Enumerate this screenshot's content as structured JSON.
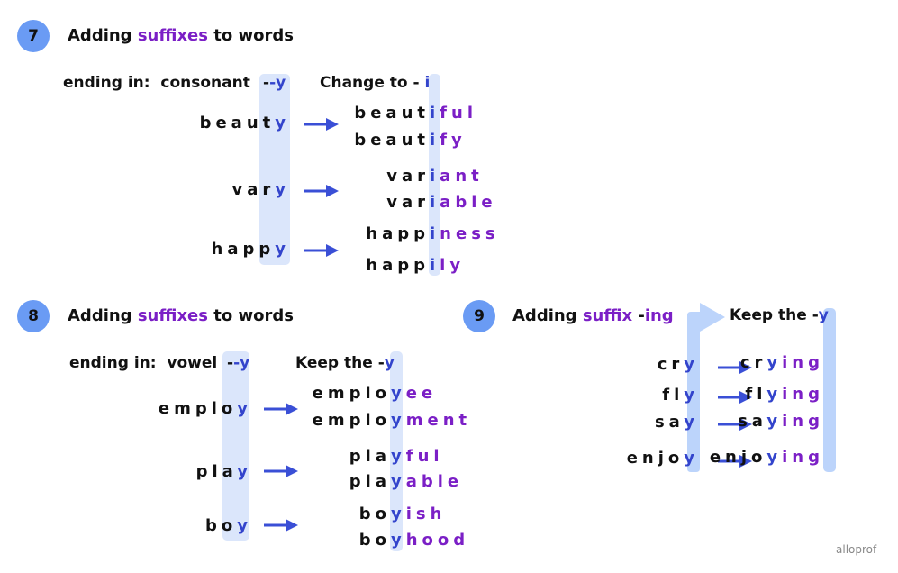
{
  "section7": {
    "number": "7",
    "title_pre": "Adding ",
    "title_em": "suffixes",
    "title_post": " to words",
    "condition_label": "ending in:",
    "condition_value": "consonant",
    "condition_suffix": "-y",
    "rule_label": "Change to - ",
    "rule_letter": "i",
    "rows": [
      {
        "base": "beaut",
        "end": "y",
        "results": [
          {
            "stem": "beaut",
            "key": "i",
            "suffix": "ful"
          },
          {
            "stem": "beaut",
            "key": "i",
            "suffix": "fy"
          }
        ]
      },
      {
        "base": "var",
        "end": "y",
        "results": [
          {
            "stem": "var",
            "key": "i",
            "suffix": "ant"
          },
          {
            "stem": "var",
            "key": "i",
            "suffix": "able"
          }
        ]
      },
      {
        "base": "happ",
        "end": "y",
        "results": [
          {
            "stem": "happ",
            "key": "i",
            "suffix": "ness"
          },
          {
            "stem": "happ",
            "key": "i",
            "suffix": "ly"
          }
        ]
      }
    ]
  },
  "section8": {
    "number": "8",
    "title_pre": "Adding ",
    "title_em": "suffixes",
    "title_post": " to words",
    "condition_label": "ending in:",
    "condition_value": "vowel",
    "condition_suffix": "-y",
    "rule_label": "Keep the -",
    "rule_letter": "y",
    "rows": [
      {
        "base": "emplo",
        "end": "y",
        "results": [
          {
            "stem": "emplo",
            "key": "y",
            "suffix": "ee"
          },
          {
            "stem": "emplo",
            "key": "y",
            "suffix": "ment"
          }
        ]
      },
      {
        "base": "pla",
        "end": "y",
        "results": [
          {
            "stem": "pla",
            "key": "y",
            "suffix": "ful"
          },
          {
            "stem": "pla",
            "key": "y",
            "suffix": "able"
          }
        ]
      },
      {
        "base": "bo",
        "end": "y",
        "results": [
          {
            "stem": "bo",
            "key": "y",
            "suffix": "ish"
          },
          {
            "stem": "bo",
            "key": "y",
            "suffix": "hood"
          }
        ]
      }
    ]
  },
  "section9": {
    "number": "9",
    "title_pre": "Adding ",
    "title_em": "suffix",
    "title_suffix_dash": " -",
    "title_suffix": "ing",
    "rule_label": "Keep the -",
    "rule_letter": "y",
    "rows": [
      {
        "base": "cr",
        "end": "y",
        "stem": "cr",
        "key": "y",
        "suffix": "ing"
      },
      {
        "base": "fl",
        "end": "y",
        "stem": "fl",
        "key": "y",
        "suffix": "ing"
      },
      {
        "base": "sa",
        "end": "y",
        "stem": "sa",
        "key": "y",
        "suffix": "ing"
      },
      {
        "base": "enjo",
        "end": "y",
        "stem": "enjo",
        "key": "y",
        "suffix": "ing"
      }
    ]
  },
  "logo": "alloprof",
  "colors": {
    "circle": "#6a9bf4",
    "suffix_purple": "#7b1fc6",
    "key_blue": "#3344cc",
    "highlight": "#dbe6fb",
    "highlight_strong": "#bcd4fb",
    "arrow": "#3a4fd6"
  }
}
